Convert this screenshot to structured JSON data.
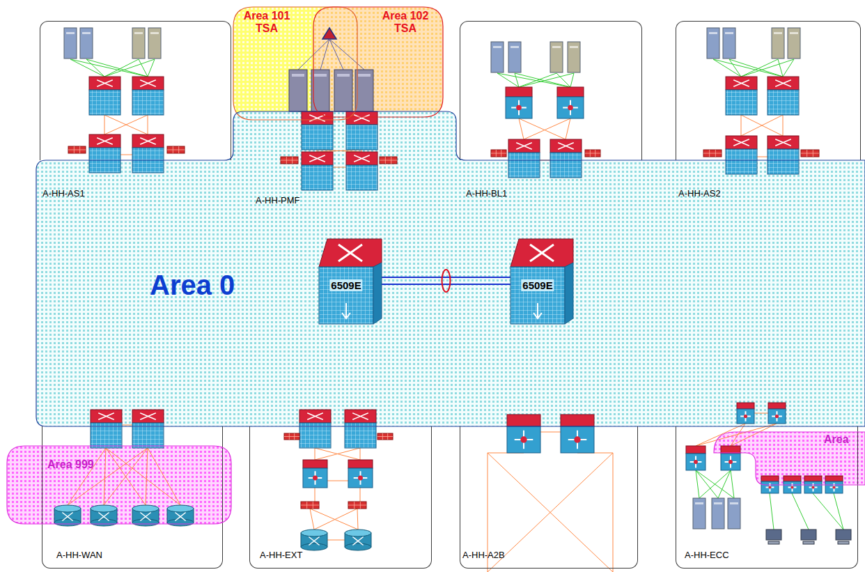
{
  "diagram": {
    "nodes": [
      {
        "text": [
          "Area 101 TSA"
        ]
      },
      {
        "text": [
          "Area 102 TSA"
        ]
      },
      {
        "text": [
          "A-HH-AS1"
        ]
      },
      {
        "text": [
          "A-HH-BL1"
        ]
      },
      {
        "text": [
          "A-HH-AS2"
        ]
      },
      {
        "text": [
          "Area 0"
        ]
      },
      {
        "text": [
          "6509E"
        ],
        "in": 5
      },
      {
        "text": [
          "6509E"
        ],
        "in": 5
      },
      {
        "text": [
          "A-HH-WAN"
        ]
      },
      {
        "text": [
          "Area 999"
        ]
      },
      {
        "text": [
          "A-HH-EXT"
        ]
      },
      {
        "text": [
          "A-HH-A2B"
        ]
      },
      {
        "text": [
          "A-HH-ECC"
        ]
      },
      {
        "text": [
          "Area"
        ]
      }
    ],
    "edges": [
      {
        "from": 6,
        "to": 7,
        "arrow": "none"
      }
    ],
    "labels": [
      "A-HH-PMF"
    ]
  }
}
